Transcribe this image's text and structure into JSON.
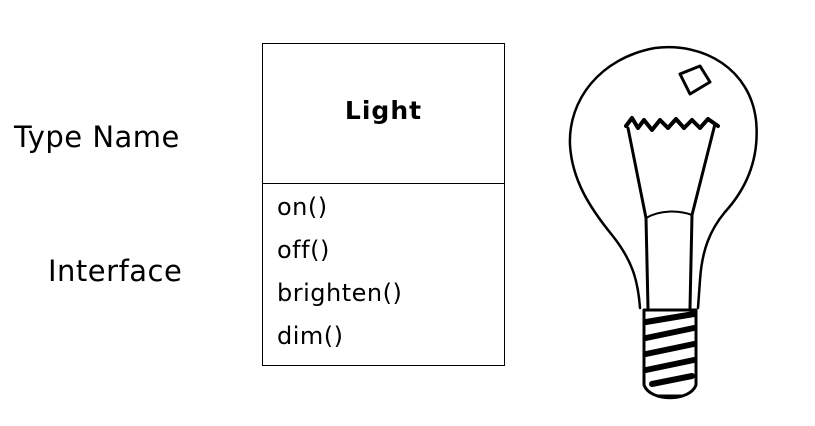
{
  "labels": {
    "type_name": "Type Name",
    "interface": "Interface"
  },
  "uml_class": {
    "name": "Light",
    "operations": [
      "on()",
      "off()",
      "brighten()",
      "dim()"
    ]
  },
  "illustration": {
    "icon": "light-bulb-icon"
  }
}
